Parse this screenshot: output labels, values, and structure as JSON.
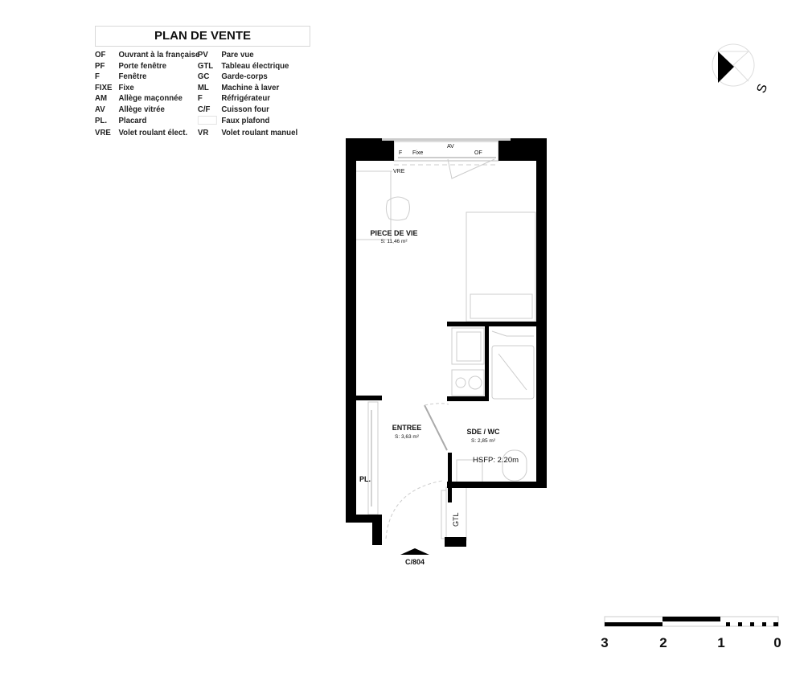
{
  "legend": {
    "title": "PLAN DE VENTE",
    "rows": [
      {
        "code": "OF",
        "label": "Ouvrant à la française",
        "code2": "PV",
        "label2": "Pare vue"
      },
      {
        "code": "PF",
        "label": "Porte fenêtre",
        "code2": "GTL",
        "label2": "Tableau électrique"
      },
      {
        "code": "F",
        "label": "Fenêtre",
        "code2": "GC",
        "label2": "Garde-corps"
      },
      {
        "code": "FIXE",
        "label": "Fixe",
        "code2": "ML",
        "label2": "Machine à laver"
      },
      {
        "code": "AM",
        "label": "Allège maçonnée",
        "code2": "F",
        "label2": "Réfrigérateur"
      },
      {
        "code": "AV",
        "label": "Allège vitrée",
        "code2": "C/F",
        "label2": "Cuisson four"
      },
      {
        "code": "PL.",
        "label": "Placard",
        "code2": "",
        "label2": "Faux plafond"
      },
      {
        "code": "VRE",
        "label": "Volet roulant élect.",
        "code2": "VR",
        "label2": "Volet roulant manuel"
      }
    ]
  },
  "compass": {
    "label": "S"
  },
  "plan": {
    "window": {
      "f": "F",
      "fixe": "Fixe",
      "av": "AV",
      "of": "OF",
      "vre": "VRE"
    },
    "rooms": {
      "piece": {
        "name": "PIECE DE VIE",
        "area": "S: 11,46 m²"
      },
      "entree": {
        "name": "ENTREE",
        "area": "S: 3,63 m²"
      },
      "sde": {
        "name": "SDE / WC",
        "area": "S: 2,85 m²"
      }
    },
    "hsfp": "HSFP: 2.20m",
    "pl": "PL.",
    "gtl": "GTL",
    "entrance": "C/804"
  },
  "scale": {
    "ticks": [
      "3",
      "2",
      "1",
      "0"
    ]
  }
}
